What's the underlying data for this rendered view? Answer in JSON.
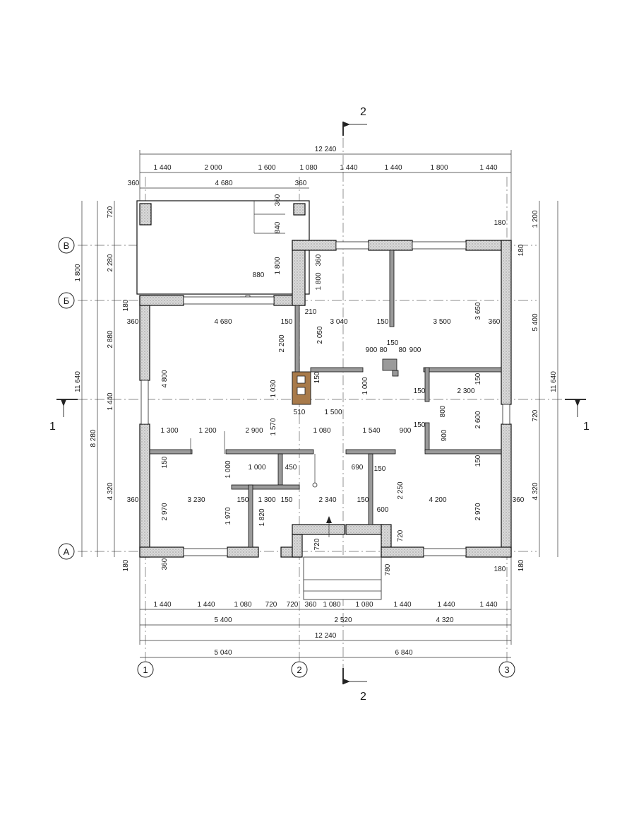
{
  "section_marks": {
    "top": "2",
    "bottom": "2",
    "left": "1",
    "right": "1"
  },
  "axes": {
    "rows": [
      "В",
      "Б",
      "А"
    ],
    "cols": [
      "1",
      "2",
      "3"
    ]
  },
  "dims_top": {
    "overall": "12 240",
    "row1": [
      "1 440",
      "2 000",
      "1 600",
      "1 080",
      "1 440",
      "1 440",
      "1 800",
      "1 440"
    ],
    "row2": [
      "360",
      "4 680",
      "360"
    ]
  },
  "dims_bottom": {
    "row1": [
      "1 440",
      "1 440",
      "1 080",
      "720",
      "720",
      "360",
      "1 080",
      "1 080",
      "1 440",
      "1 440",
      "1 440"
    ],
    "row2": [
      "5 400",
      "2 520",
      "4 320"
    ],
    "overall": "12 240",
    "axes": [
      "5 040",
      "6 840"
    ]
  },
  "dims_left": {
    "outer": [
      "11 640",
      "8 280",
      "1 800"
    ],
    "inner": [
      "720",
      "2 280",
      "180",
      "2 880",
      "1 440",
      "4 320",
      "180"
    ]
  },
  "dims_right": {
    "outer": [
      "11 640"
    ],
    "inner": [
      "1 200",
      "180",
      "5 400",
      "720",
      "4 320",
      "180"
    ]
  },
  "dims_inner": [
    "360",
    "840",
    "880",
    "1 800",
    "360",
    "1 800",
    "210",
    "150",
    "3 040",
    "150",
    "3 500",
    "3 650",
    "360",
    "4 680",
    "360",
    "2 200",
    "2 050",
    "900",
    "80",
    "150",
    "80",
    "900",
    "150",
    "4 800",
    "1 030",
    "150",
    "1 000",
    "150",
    "2 300",
    "510",
    "1 500",
    "150",
    "800",
    "2 600",
    "1 300",
    "1 200",
    "2 900",
    "1 570",
    "1 080",
    "1 540",
    "900",
    "150",
    "900",
    "150",
    "1 000",
    "450",
    "690",
    "150",
    "1 000",
    "2 250",
    "360",
    "3 230",
    "150",
    "1 300",
    "150",
    "2 340",
    "150",
    "4 200",
    "360",
    "2 970",
    "1 970",
    "1 820",
    "600",
    "2 970",
    "720",
    "720",
    "780",
    "360",
    "180"
  ]
}
